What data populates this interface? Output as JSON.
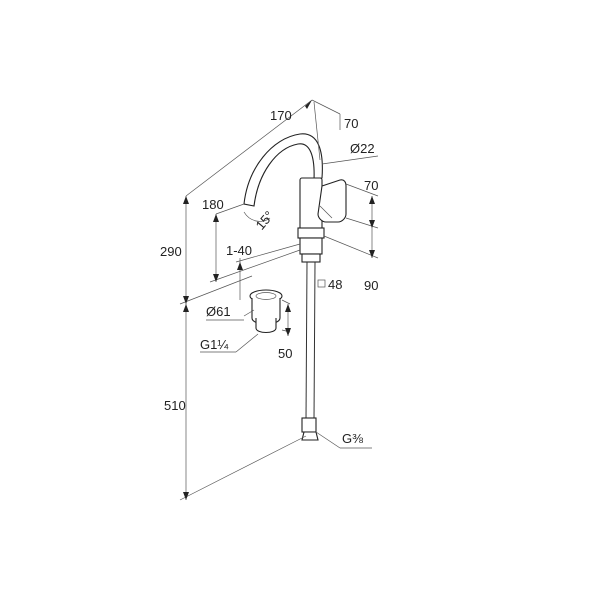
{
  "dimensions": {
    "spout_reach": "170",
    "top_depth": "70",
    "spout_diameter": "Ø22",
    "handle_height": "70",
    "aerator_height": "180",
    "swivel_angle": "15°",
    "total_height": "290",
    "deck_thickness": "1-40",
    "base_height": "90",
    "base_square": "48",
    "drain_diameter": "Ø61",
    "drain_thread": "G1¼",
    "drain_height": "50",
    "hose_length": "510",
    "hose_thread": "G⅜"
  }
}
